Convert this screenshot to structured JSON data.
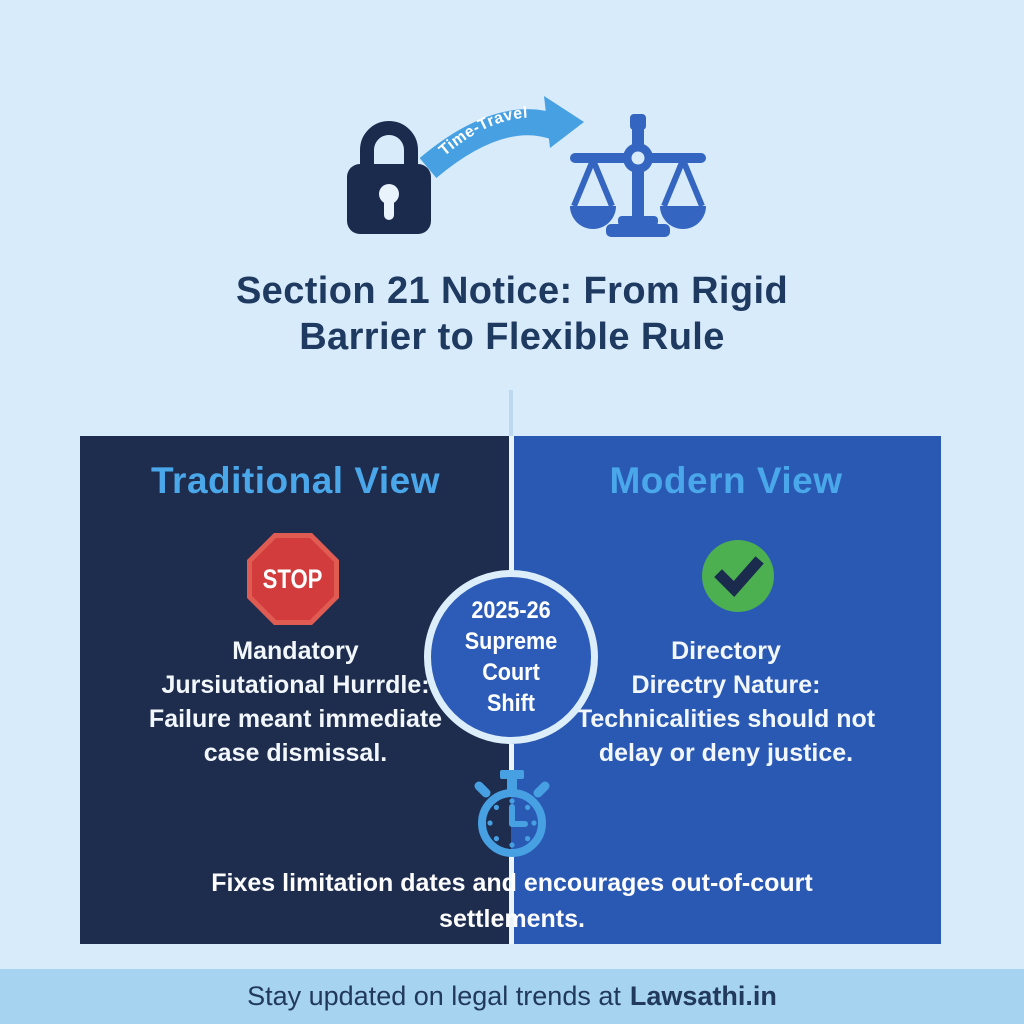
{
  "colors": {
    "background": "#d8ebfa",
    "footer_bar": "#a6d3f0",
    "title_text": "#1f3a60",
    "panel_traditional": "#1e2c4e",
    "panel_modern": "#2a59b4",
    "panel_heading_blue": "#4aa7ea",
    "panel_body_text": "#f2f7fc",
    "stop_sign_red": "#d23c3c",
    "check_green": "#4caf50",
    "lock_navy": "#1b2b4d",
    "scales_blue": "#3465c0",
    "arrow_blue": "#47a0e2",
    "stopwatch_blue": "#47a0e2",
    "badge_fill": "#2d5cb8",
    "badge_border": "#ddeefb",
    "divider_white": "#e9f4fc"
  },
  "icons": {
    "lock": "padlock-icon",
    "arrow": "time-travel-arrow-icon",
    "scales": "scales-of-justice-icon",
    "stop": "stop-sign-icon",
    "check": "checkmark-icon",
    "stopwatch": "stopwatch-icon"
  },
  "header": {
    "arrow_label": "Time-Travel",
    "title_lines": {
      "0": "Section 21 Notice: From Rigid",
      "1": "Barrier to Flexible Rule"
    }
  },
  "panels": {
    "traditional": {
      "heading": "Traditional View",
      "stop_sign_label": "STOP",
      "body_lines": {
        "0": "Mandatory",
        "1": "Jursiutational Hurrdle:",
        "2": "Failure meant immediate",
        "3": "case dismissal."
      }
    },
    "modern": {
      "heading": "Modern View",
      "body_lines": {
        "0": "Directory",
        "1": "Directry Nature:",
        "2": "Technicalities should not",
        "3": "delay or deny justice."
      }
    },
    "shared_caption": "Fixes limitation dates and encourages out-of-court settlements."
  },
  "center_badge": {
    "lines": {
      "0": "2025-26",
      "1": "Supreme Court",
      "2": "Shift"
    }
  },
  "footer": {
    "prefix": "Stay updated on legal trends at",
    "brand": "Lawsathi.in"
  }
}
